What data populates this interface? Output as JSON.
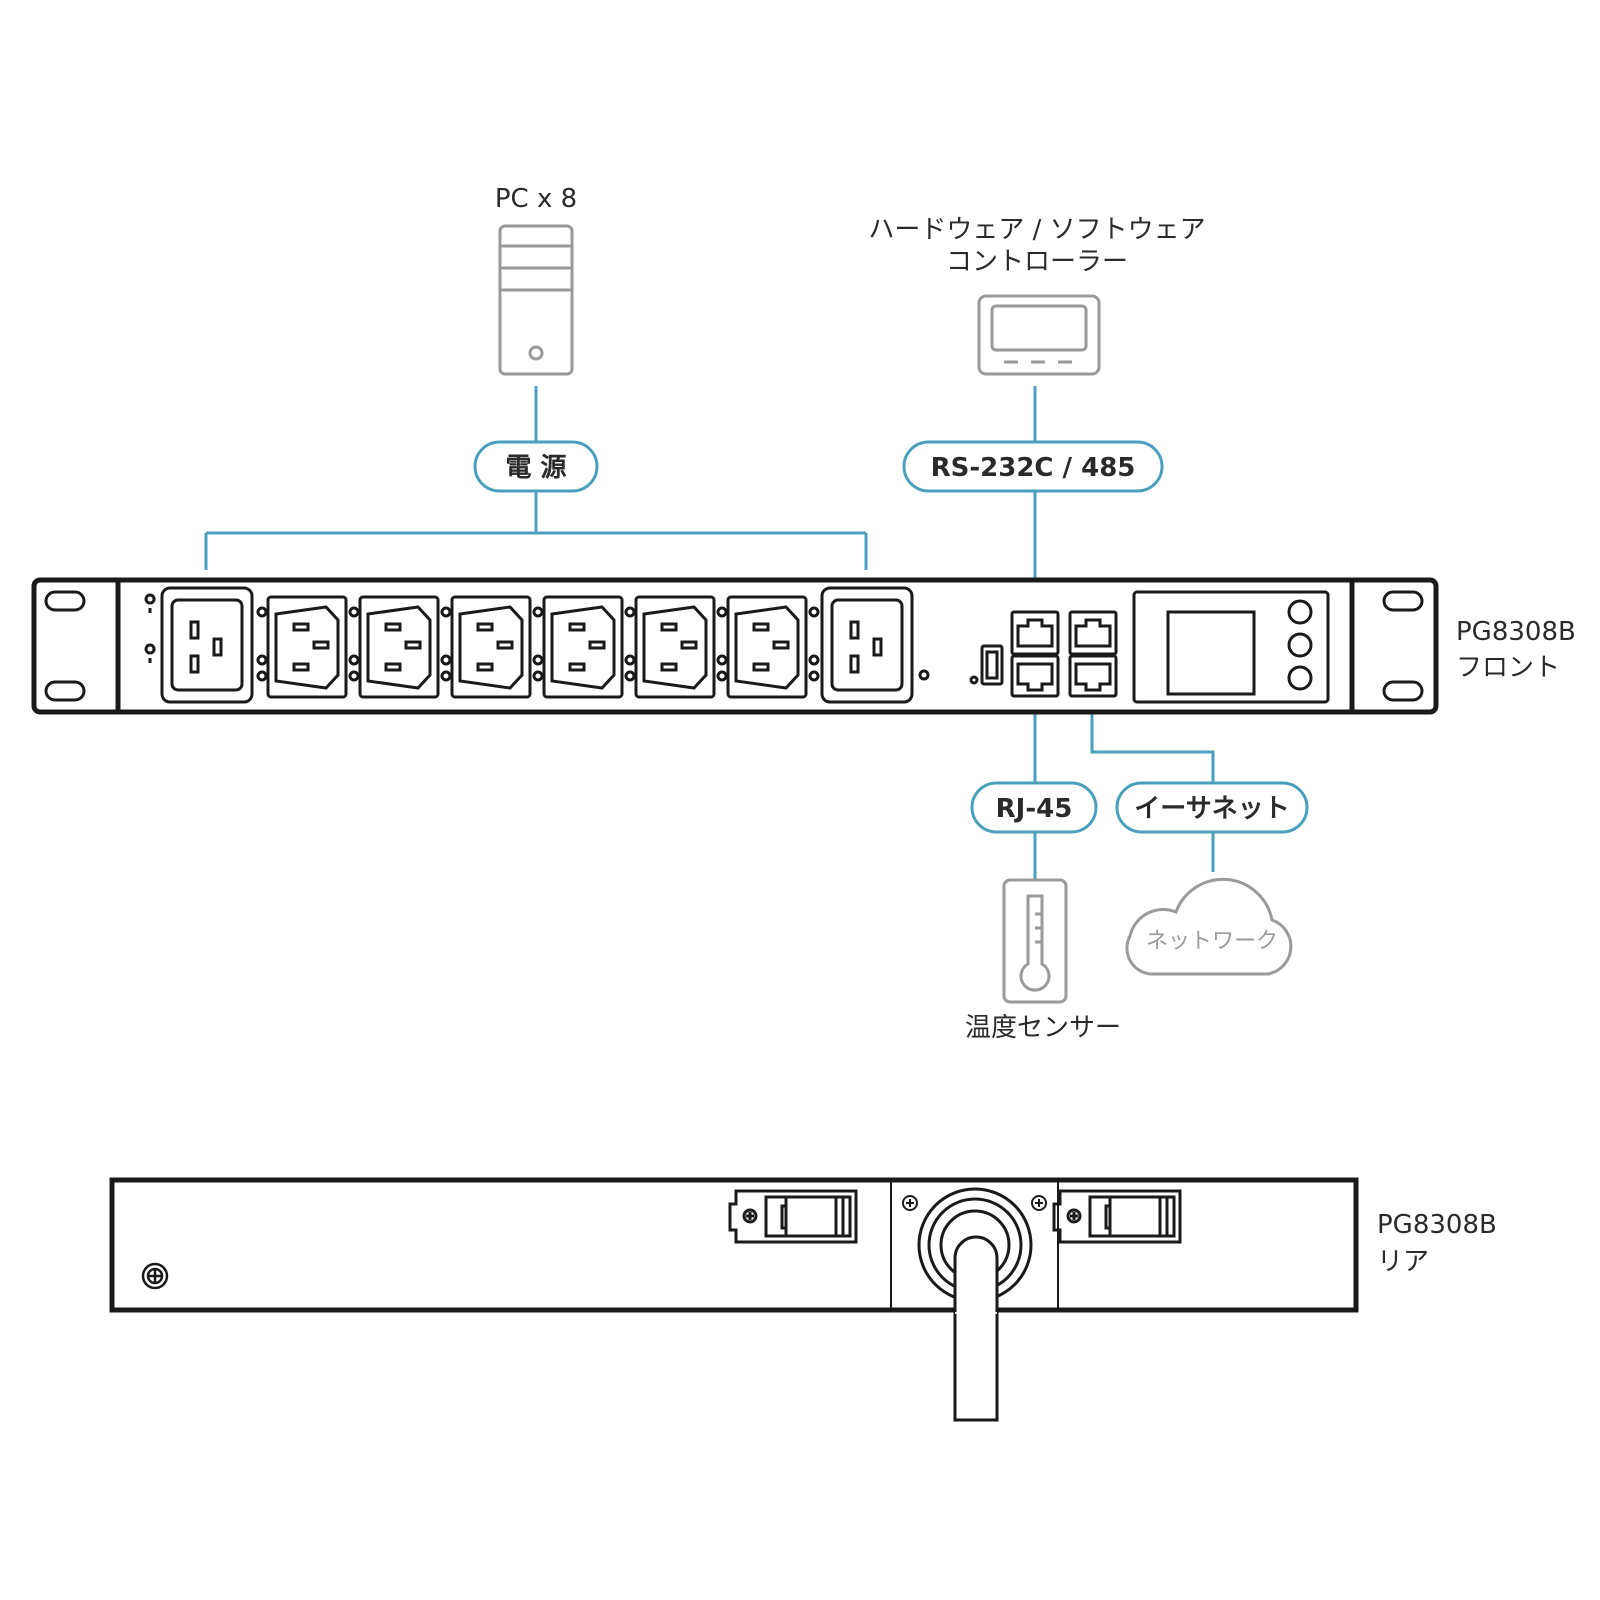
{
  "labels": {
    "pc": "PC x 8",
    "controller_line1": "ハードウェア / ソフトウェア",
    "controller_line2": "コントローラー",
    "sensor": "温度センサー",
    "network": "ネットワーク",
    "front_model": "PG8308B",
    "front_side": "フロント",
    "rear_model": "PG8308B",
    "rear_side": "リア"
  },
  "pills": {
    "power": "電 源",
    "serial": "RS-232C / 485",
    "rj45": "RJ-45",
    "ethernet": "イーサネット"
  },
  "colors": {
    "connector": "#4a9fbd",
    "device_outline": "#9a9a9a",
    "chassis": "#1a1a1a"
  }
}
